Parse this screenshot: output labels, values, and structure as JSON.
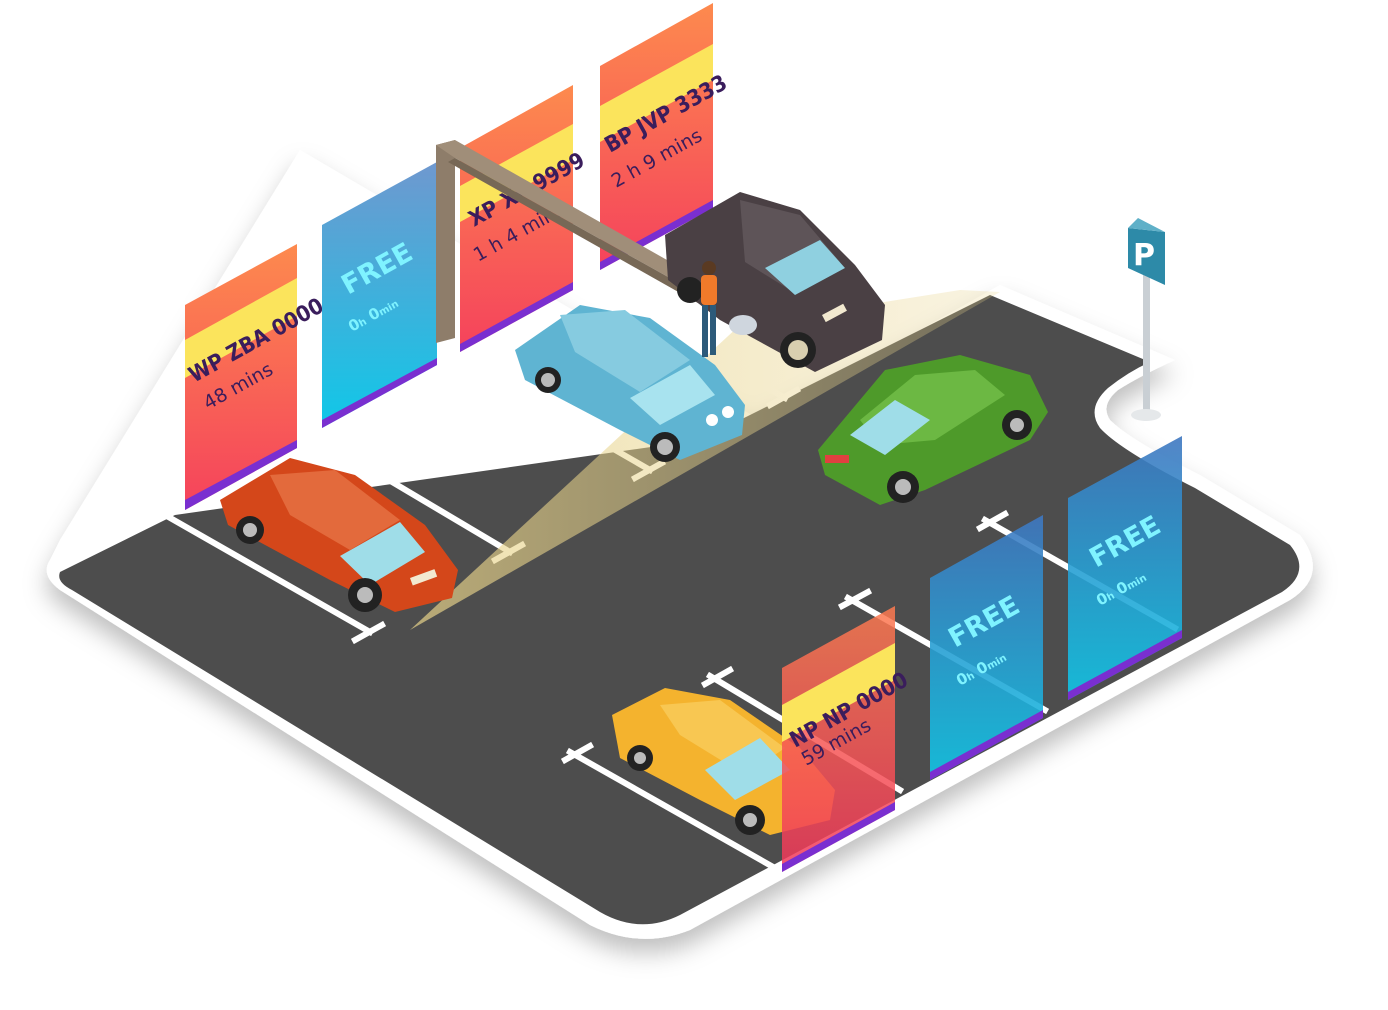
{
  "occupied_signs": [
    {
      "plate": "WP ZBA 0000",
      "duration": "48 mins"
    },
    {
      "plate": "XP XP 9999",
      "duration": "1 h 4 mins"
    },
    {
      "plate": "BP JVP 3333",
      "duration": "2 h 9 mins"
    },
    {
      "plate": "NP NP 0000",
      "duration": "59 mins"
    }
  ],
  "free_signs": [
    {
      "label": "FREE",
      "time_h": "0",
      "time_h_unit": "h",
      "time_m": "0",
      "time_m_unit": "min"
    },
    {
      "label": "FREE",
      "time_h": "0",
      "time_h_unit": "h",
      "time_m": "0",
      "time_m_unit": "min"
    },
    {
      "label": "FREE",
      "time_h": "0",
      "time_h_unit": "h",
      "time_m": "0",
      "time_m_unit": "min"
    }
  ],
  "parking_sign": {
    "letter": "P"
  },
  "colors": {
    "asphalt": "#4d4d4d",
    "occupied_top": "#fd7b50",
    "occupied_bottom": "#f7465a",
    "label_band": "#fbe45c",
    "free_top": "#6a9bd0",
    "free_bottom": "#12c6e6",
    "base_bar": "#7a2fd0",
    "car_red": "#d4471a",
    "car_blue": "#5fb4d2",
    "car_dark": "#4a4044",
    "car_green": "#4e9a2a",
    "car_yellow": "#f4b32e",
    "parking_sign": "#2d8aa8"
  }
}
